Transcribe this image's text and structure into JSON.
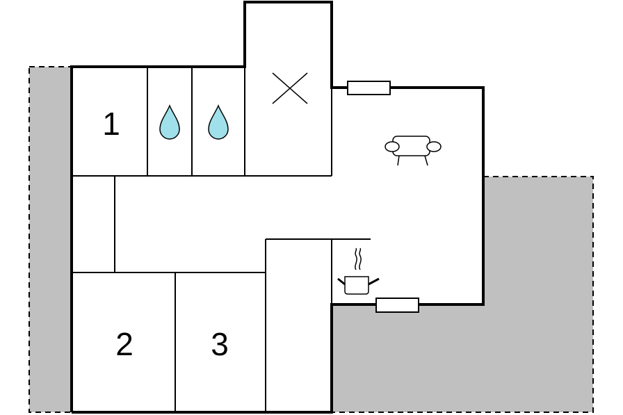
{
  "floorplan": {
    "rooms": [
      {
        "id": "bedroom-1",
        "label": "1"
      },
      {
        "id": "bedroom-2",
        "label": "2"
      },
      {
        "id": "bedroom-3",
        "label": "3"
      }
    ],
    "icons": [
      {
        "room": "bathroom-a",
        "icon": "water-drop-icon"
      },
      {
        "room": "bathroom-b",
        "icon": "water-drop-icon"
      },
      {
        "room": "storage",
        "icon": "cross-icon"
      },
      {
        "room": "living-room",
        "icon": "sofa-icon"
      },
      {
        "room": "kitchen",
        "icon": "cooking-pot-icon"
      },
      {
        "room": "living-room",
        "icon": "window-icon"
      },
      {
        "room": "kitchen",
        "icon": "window-icon"
      }
    ],
    "colors": {
      "wall": "#000000",
      "outdoor_area": "#c0c0c0",
      "water_drop": "#9fe0ea",
      "background": "#ffffff"
    }
  }
}
